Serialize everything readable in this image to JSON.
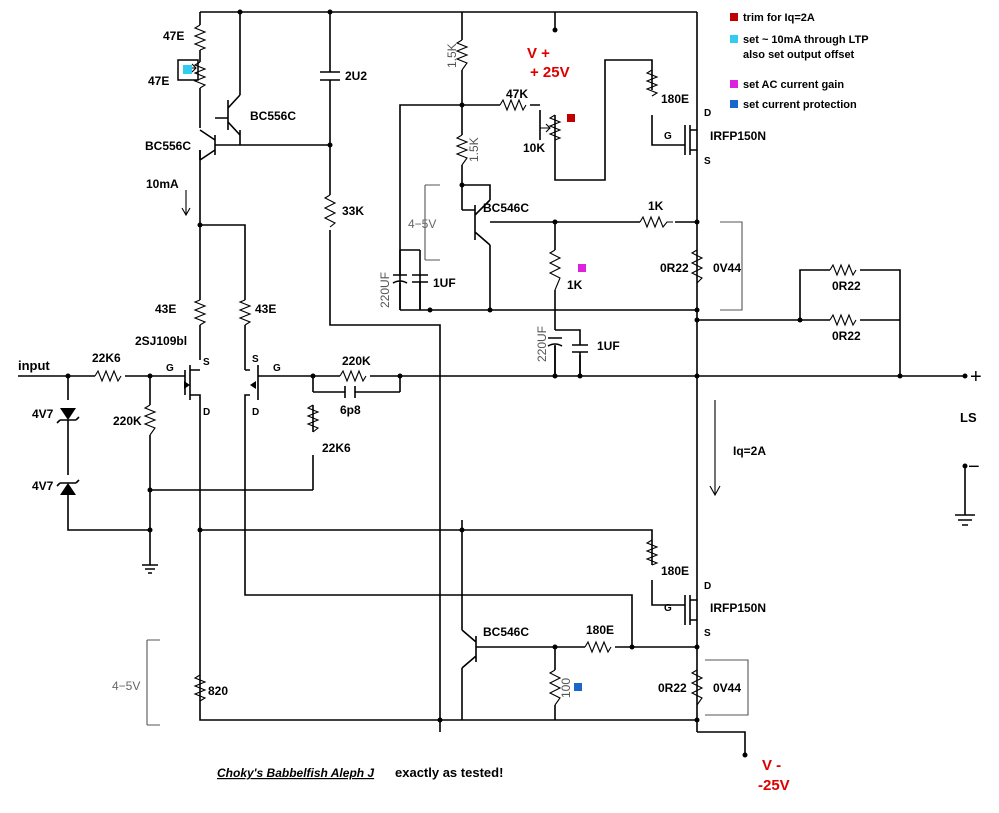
{
  "colors": {
    "trim": "#c00000",
    "ltp": "#33ccee",
    "gain": "#dd22dd",
    "protection": "#1a66cc",
    "supply": "#dd0000"
  },
  "legend": [
    {
      "text": "trim for Iq=2A",
      "color": "#c00000"
    },
    {
      "text": "set  ~  10mA through LTP",
      "color": "#33ccee"
    },
    {
      "text": "also set output offset",
      "color": null
    },
    {
      "text": "set AC current gain",
      "color": "#dd22dd"
    },
    {
      "text": "set current protection",
      "color": "#1a66cc"
    }
  ],
  "supply": {
    "pos_label": "V +",
    "pos_value": "+ 25V",
    "neg_label": "V -",
    "neg_value": "-25V"
  },
  "io": {
    "input": "input",
    "ls": "LS",
    "plus": "+",
    "minus": "−"
  },
  "caption": {
    "title": "Choky's Babbelfish Aleph J",
    "suffix": "exactly as tested!"
  },
  "labels": {
    "r_47e_a": "47E",
    "r_47e_b": "47E",
    "q_bc556_a": "BC556C",
    "q_bc556_b": "BC556C",
    "i_10ma": "10mA",
    "c_2u2": "2U2",
    "r_33k": "33K",
    "r_43e_a": "43E",
    "r_43e_b": "43E",
    "jfet": "2SJ109bl",
    "r_22k6_in": "22K6",
    "r_220k_in": "220K",
    "z_4v7_a": "4V7",
    "z_4v7_b": "4V7",
    "r_220k_fb": "220K",
    "c_6p8": "6p8",
    "r_22k6_fb": "22K6",
    "r_820": "820",
    "v_4_5_lo": "4−5V",
    "r_1k5_top": "1.5K",
    "r_1k5_mid": "1.5K",
    "r_47k": "47K",
    "pot_10k": "10K",
    "v_4_5_hi": "4−5V",
    "q_bc546_top": "BC546C",
    "c_220uf_a": "220UF",
    "c_1uf_a": "1UF",
    "r_1k_gain": "1K",
    "r_1k_fb": "1K",
    "c_220uf_b": "220UF",
    "c_1uf_b": "1UF",
    "r_180e_top": "180E",
    "mos_top": "IRFP150N",
    "r_0r22_top": "0R22",
    "v_0v44_top": "0V44",
    "r_0r22_par_a": "0R22",
    "r_0r22_par_b": "0R22",
    "i_q": "Iq=2A",
    "r_180e_bot": "180E",
    "mos_bot": "IRFP150N",
    "q_bc546_bot": "BC546C",
    "r_180e_prot": "180E",
    "r_100": "100",
    "r_0r22_bot": "0R22",
    "v_0v44_bot": "0V44",
    "pin_g": "G",
    "pin_s": "S",
    "pin_d": "D"
  }
}
